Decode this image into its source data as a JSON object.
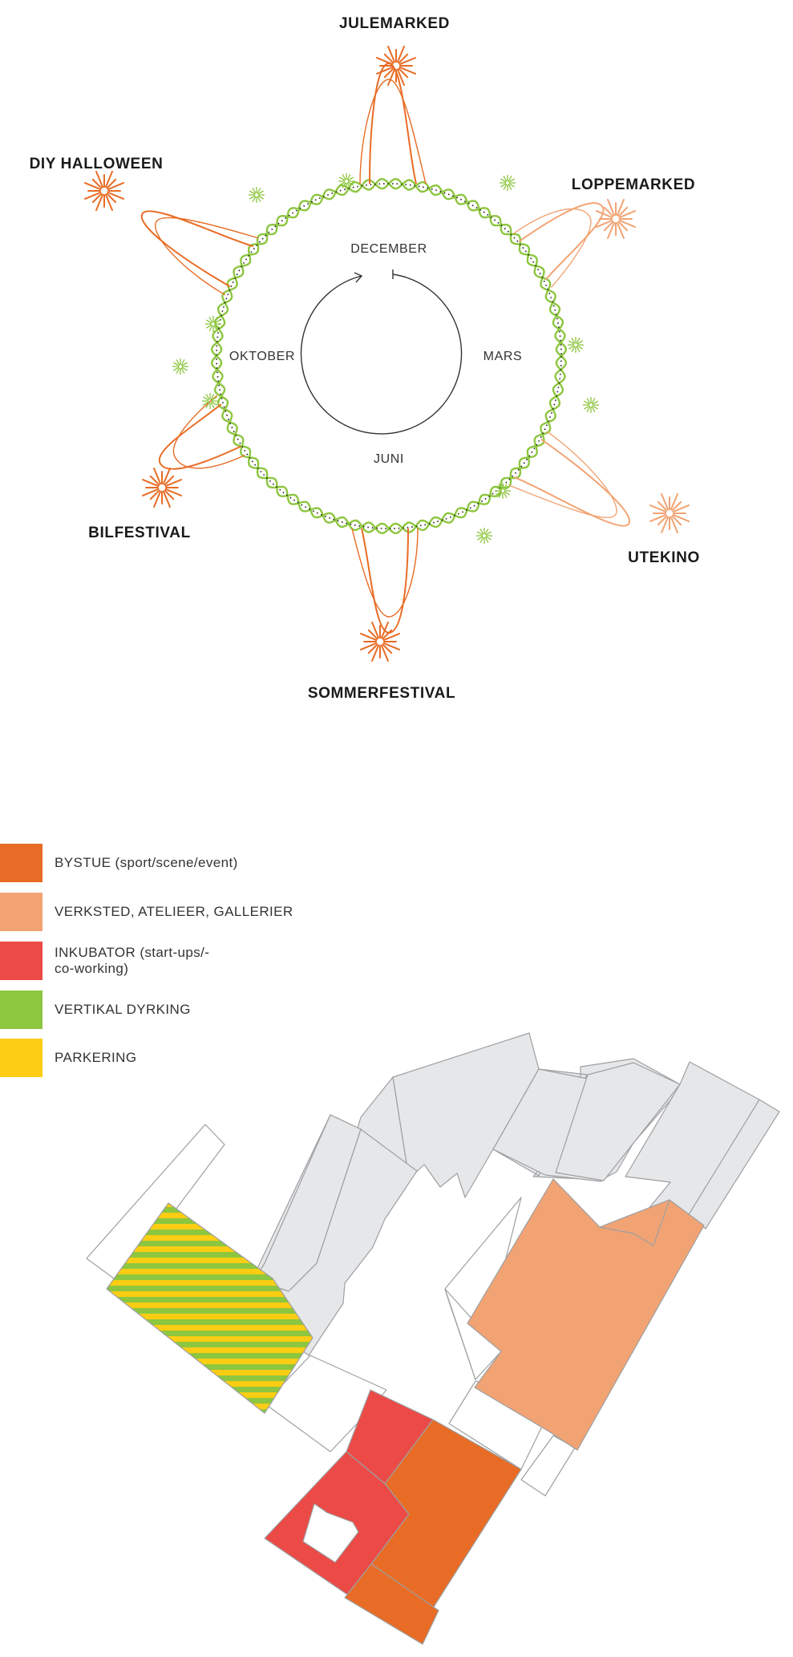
{
  "diagram": {
    "events": [
      {
        "id": "julemarked",
        "label": "JULEMARKED",
        "color": "#e86c25"
      },
      {
        "id": "loppemarked",
        "label": "LOPPEMARKED",
        "color": "#f2a373"
      },
      {
        "id": "utekino",
        "label": "UTEKINO",
        "color": "#f2a373"
      },
      {
        "id": "sommerfestival",
        "label": "SOMMERFESTIVAL",
        "color": "#e86c25"
      },
      {
        "id": "bilfestival",
        "label": "BILFESTIVAL",
        "color": "#e86c25"
      },
      {
        "id": "halloween",
        "label": "DIY HALLOWEEN",
        "color": "#e86c25"
      }
    ],
    "months": {
      "top": "DECEMBER",
      "right": "MARS",
      "bottom": "JUNI",
      "left": "OKTOBER"
    }
  },
  "legend": [
    {
      "label": "BYSTUE (sport/scene/event)",
      "color": "#e86c25"
    },
    {
      "label": "VERKSTED, ATELIEER, GALLERIER",
      "color": "#f2a373"
    },
    {
      "label": "INKUBATOR (start-ups/-\nco-working)",
      "color": "#ec4a46"
    },
    {
      "label": "VERTIKAL DYRKING",
      "color": "#8dc63f"
    },
    {
      "label": "PARKERING",
      "color": "#fccd13"
    }
  ],
  "colors": {
    "ring_green": "#8dc63f",
    "orange": "#e86c25",
    "light_orange": "#f2a373",
    "red": "#ec4a46",
    "yellow": "#fccd13",
    "building_grey": "#e6e7e8",
    "outline": "#9d9fa2"
  }
}
